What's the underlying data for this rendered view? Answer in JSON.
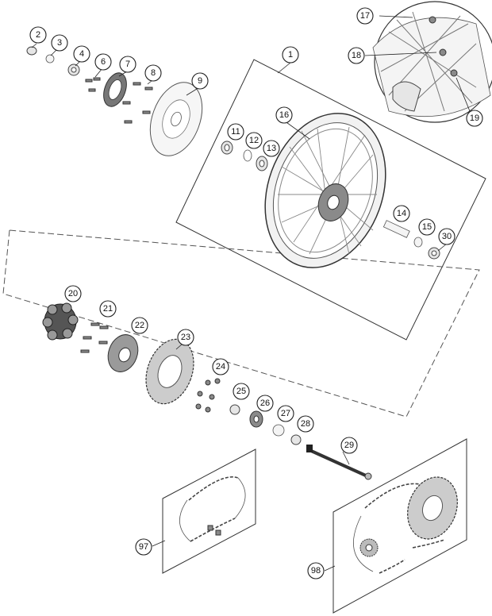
{
  "diagram": {
    "callouts": [
      {
        "id": "c1",
        "label": "1"
      },
      {
        "id": "c2",
        "label": "2"
      },
      {
        "id": "c3",
        "label": "3"
      },
      {
        "id": "c4",
        "label": "4"
      },
      {
        "id": "c6",
        "label": "6"
      },
      {
        "id": "c7",
        "label": "7"
      },
      {
        "id": "c8",
        "label": "8"
      },
      {
        "id": "c9",
        "label": "9"
      },
      {
        "id": "c11",
        "label": "11"
      },
      {
        "id": "c12",
        "label": "12"
      },
      {
        "id": "c13",
        "label": "13"
      },
      {
        "id": "c14",
        "label": "14"
      },
      {
        "id": "c15",
        "label": "15"
      },
      {
        "id": "c16",
        "label": "16"
      },
      {
        "id": "c17",
        "label": "17"
      },
      {
        "id": "c18",
        "label": "18"
      },
      {
        "id": "c19",
        "label": "19"
      },
      {
        "id": "c20",
        "label": "20"
      },
      {
        "id": "c21",
        "label": "21"
      },
      {
        "id": "c22",
        "label": "22"
      },
      {
        "id": "c23",
        "label": "23"
      },
      {
        "id": "c24",
        "label": "24"
      },
      {
        "id": "c25",
        "label": "25"
      },
      {
        "id": "c26",
        "label": "26"
      },
      {
        "id": "c27",
        "label": "27"
      },
      {
        "id": "c28",
        "label": "28"
      },
      {
        "id": "c29",
        "label": "29"
      },
      {
        "id": "c30",
        "label": "30"
      },
      {
        "id": "c97",
        "label": "97"
      },
      {
        "id": "c98",
        "label": "98"
      }
    ]
  }
}
